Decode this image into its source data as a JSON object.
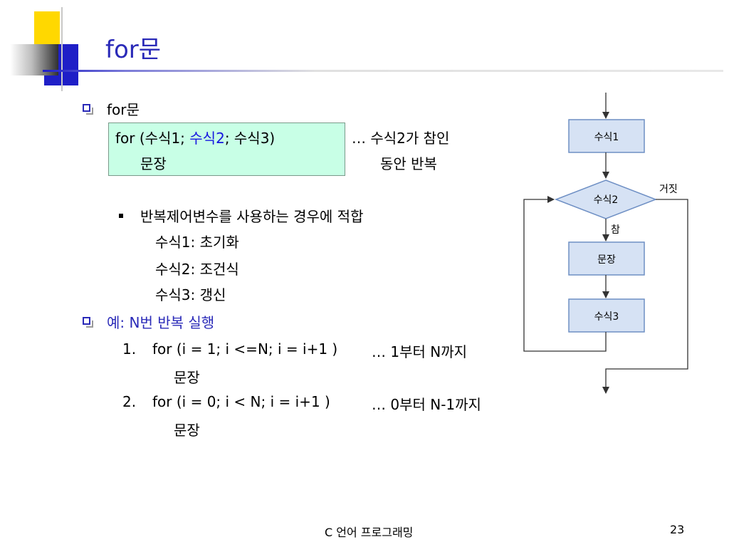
{
  "title": "for문",
  "section1": {
    "heading": "for문",
    "code_line1_a": "for (수식1; ",
    "code_line1_b": "수식2",
    "code_line1_c": "; 수식3)",
    "code_line2": "문장",
    "comment1": "… 수식2가 참인",
    "comment2": "동안 반복"
  },
  "sub_bullet": {
    "text": "반복제어변수를 사용하는 경우에 적합",
    "items": [
      "수식1:  초기화",
      "수식2:  조건식",
      "수식3:  갱신"
    ]
  },
  "section2": {
    "heading": "예: N번 반복 실행",
    "examples": [
      {
        "num": "1.",
        "code": "for (i = 1; i <=N; i = i+1 )",
        "comment": "… 1부터 N까지",
        "body": "문장"
      },
      {
        "num": "2.",
        "code": "for (i = 0; i < N; i = i+1 )",
        "comment": "… 0부터 N-1까지",
        "body": "문장"
      }
    ]
  },
  "flowchart": {
    "box1": "수식1",
    "diamond": "수식2",
    "box2": "문장",
    "box3": "수식3",
    "false_label": "거짓",
    "true_label": "참",
    "fill": "#d6e2f4",
    "stroke": "#6e8fc4"
  },
  "footer": {
    "center": "C 언어 프로그래밍",
    "page": "23"
  }
}
